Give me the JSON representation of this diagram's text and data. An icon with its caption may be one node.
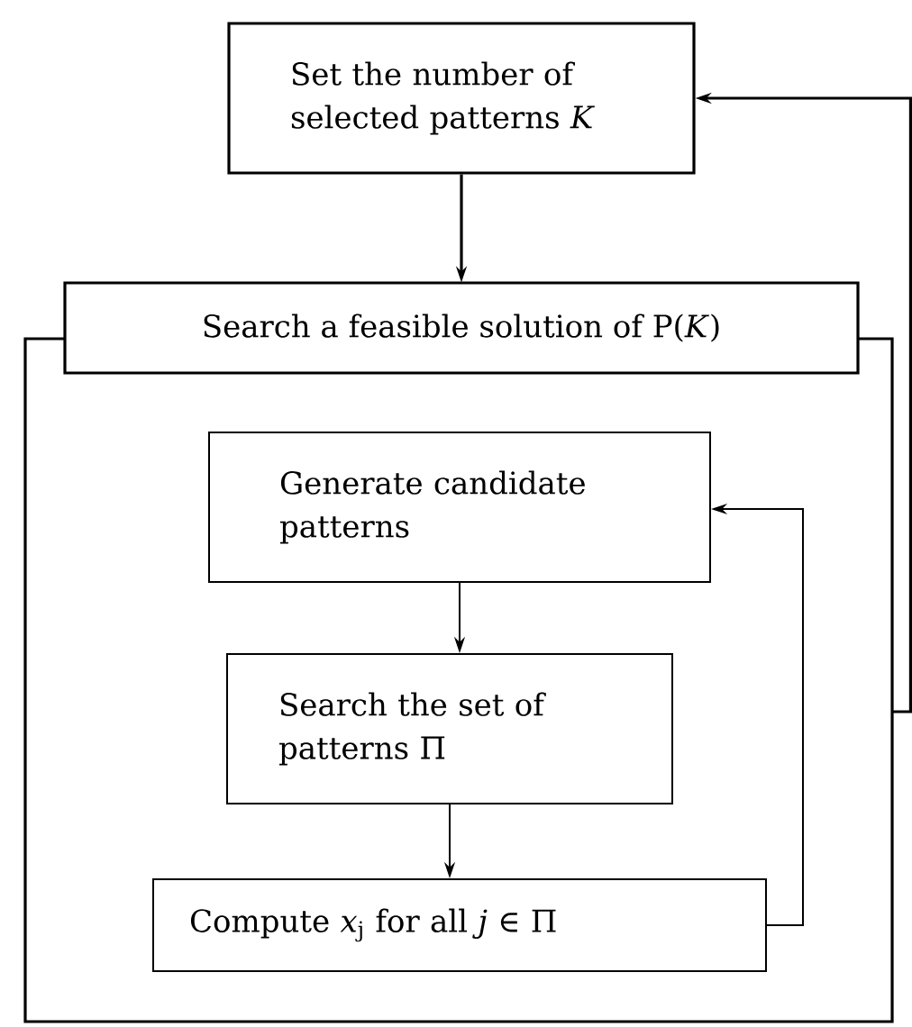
{
  "diagram": {
    "nodes": [
      {
        "text": [
          "Set the number of selected patterns *K*"
        ]
      },
      {
        "text": [
          "Search a feasible solution of P(*K*)"
        ]
      },
      {
        "text": [
          "Generate candidate patterns"
        ],
        "in": 1
      },
      {
        "text": [
          "Search the set of patterns Π"
        ],
        "in": 1
      },
      {
        "text": [
          "Compute *x*$_{j}$ for all *j* ∈ Π"
        ],
        "in": 1
      }
    ],
    "edges": [
      {
        "from": 0,
        "to": 1,
        "arrow": "to"
      },
      {
        "from": 2,
        "to": 3,
        "arrow": "to"
      },
      {
        "from": 3,
        "to": 4,
        "arrow": "to"
      },
      {
        "from": 4,
        "to": 2,
        "arrow": "to"
      },
      {
        "from": 1,
        "to": 0,
        "arrow": "to"
      }
    ]
  }
}
